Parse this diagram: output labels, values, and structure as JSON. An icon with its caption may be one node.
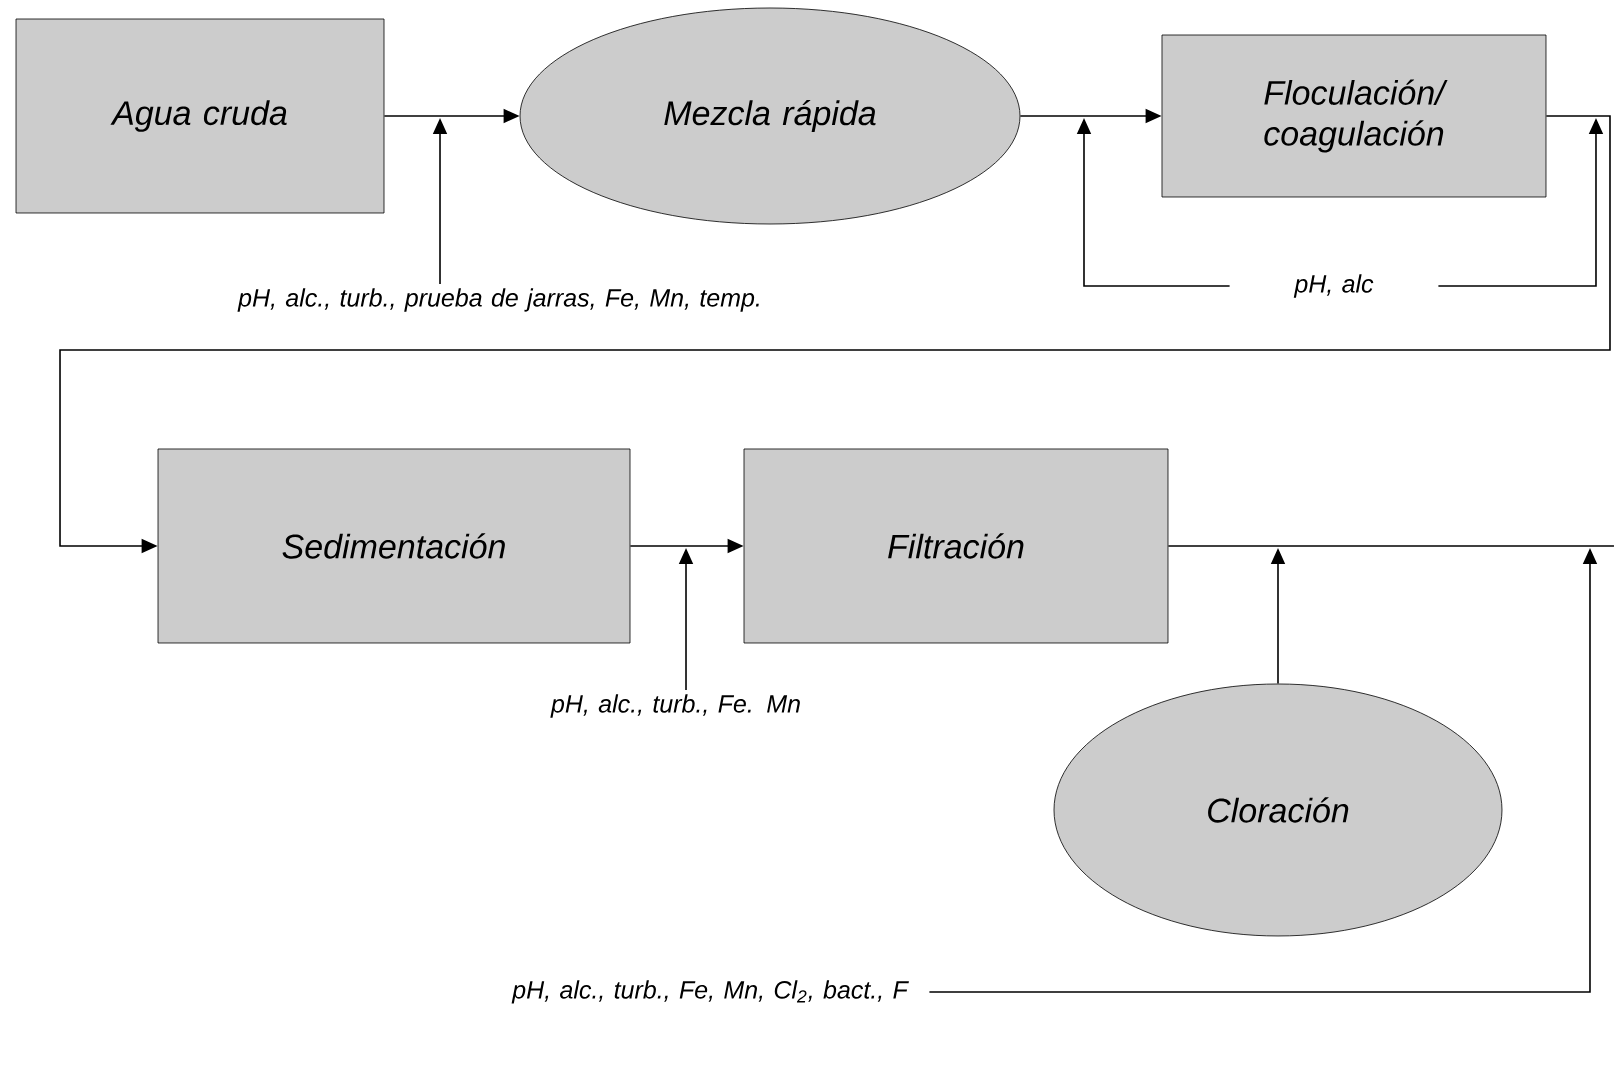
{
  "diagram": {
    "nodes": [
      {
        "text": [
          "Agua cruda"
        ]
      },
      {
        "text": [
          "Mezcla rápida"
        ]
      },
      {
        "text": [
          "Floculación/ coagulación"
        ]
      },
      {
        "text": [
          "Sedimentación"
        ]
      },
      {
        "text": [
          "Filtración"
        ]
      },
      {
        "text": [
          "Cloración"
        ]
      },
      {
        "text": [
          "pH, alc., turb., prueba de jarras, Fe, Mn, temp."
        ]
      },
      {
        "text": [
          "pH, alc"
        ]
      },
      {
        "text": [
          "pH, alc., turb., Fe. Mn"
        ]
      },
      {
        "text": [
          "pH, alc., turb., Fe, Mn, Cl$_{2}$, bact., F"
        ]
      }
    ],
    "edges": [
      {
        "from": 0,
        "to": 1,
        "arrow": "to"
      },
      {
        "from": 1,
        "to": 2,
        "arrow": "to"
      },
      {
        "from": 2,
        "to": 3,
        "arrow": "to"
      },
      {
        "from": 3,
        "to": 4,
        "arrow": "to"
      },
      {
        "from": 4,
        "to": null,
        "arrow": "none"
      },
      {
        "from": 6,
        "to": null,
        "arrow": "to"
      },
      {
        "from": 7,
        "to": null,
        "arrow": "to"
      },
      {
        "from": 7,
        "to": null,
        "arrow": "to"
      },
      {
        "from": 8,
        "to": null,
        "arrow": "to"
      },
      {
        "from": 5,
        "to": null,
        "arrow": "to"
      },
      {
        "from": 9,
        "to": null,
        "arrow": "to"
      }
    ]
  }
}
